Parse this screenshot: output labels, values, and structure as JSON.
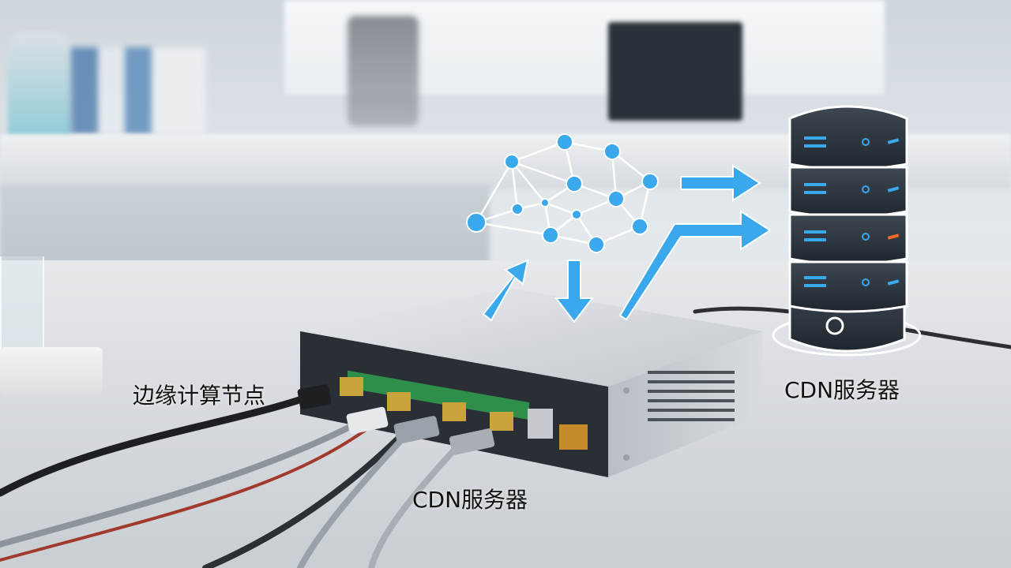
{
  "labels": {
    "edge_node": "边缘计算节点",
    "cdn_server_right": "CDN服务器",
    "cdn_server_bottom": "CDN服务器"
  },
  "icons": {
    "network": "network-graph-icon",
    "server": "server-stack-icon",
    "arrows": "arrow-icon"
  },
  "colors": {
    "accent_blue": "#3aa8ec",
    "server_led_orange": "#f26a2e",
    "server_outline": "#ffffff"
  }
}
